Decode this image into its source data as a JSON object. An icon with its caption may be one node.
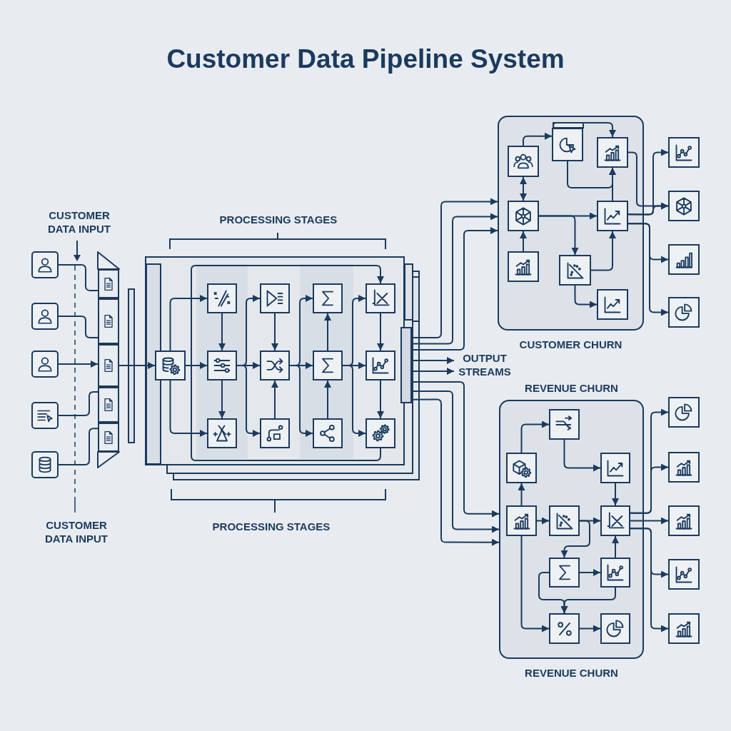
{
  "diagram": {
    "title": "Customer Data Pipeline System",
    "nodes": [
      {
        "text": [],
        "shape": "box"
      },
      {
        "text": [],
        "shape": "box"
      },
      {
        "text": [],
        "shape": "box"
      },
      {
        "text": [],
        "shape": "box"
      },
      {
        "text": [],
        "shape": "box"
      },
      {
        "text": [],
        "shape": "box"
      },
      {
        "text": [],
        "shape": "box"
      },
      {
        "text": [],
        "shape": "box"
      },
      {
        "text": [],
        "shape": "box"
      },
      {
        "text": [],
        "shape": "box"
      },
      {
        "text": [],
        "shape": "box"
      },
      {
        "text": [],
        "shape": "box",
        "in": 10
      },
      {
        "text": [],
        "shape": "box",
        "in": 10
      },
      {
        "text": [],
        "shape": "box",
        "in": 10
      },
      {
        "text": [],
        "shape": "box",
        "in": 10
      },
      {
        "text": [],
        "shape": "box",
        "in": 10
      },
      {
        "text": [],
        "shape": "box",
        "in": 10
      },
      {
        "text": [],
        "shape": "box",
        "in": 10
      },
      {
        "text": [],
        "shape": "box",
        "in": 10
      },
      {
        "text": [],
        "shape": "box",
        "in": 10
      },
      {
        "text": [],
        "shape": "box",
        "in": 10
      },
      {
        "text": [],
        "shape": "box",
        "in": 10
      },
      {
        "text": [],
        "shape": "box",
        "in": 10
      },
      {
        "text": [],
        "shape": "box",
        "in": 10
      },
      {
        "text": [],
        "shape": "bar"
      },
      {
        "text": [
          "OUTPUT STREAMS"
        ]
      },
      {
        "text": [
          "CUSTOMER CHURN"
        ]
      },
      {
        "text": [],
        "shape": "box",
        "in": 26
      },
      {
        "text": [],
        "shape": "box",
        "in": 26
      },
      {
        "text": [],
        "shape": "box",
        "in": 26
      },
      {
        "text": [],
        "shape": "box",
        "in": 26
      },
      {
        "text": [],
        "shape": "box",
        "in": 26
      },
      {
        "text": [],
        "shape": "box",
        "in": 26
      },
      {
        "text": [],
        "shape": "box",
        "in": 26
      },
      {
        "text": [],
        "shape": "box",
        "in": 26
      },
      {
        "text": [],
        "shape": "box"
      },
      {
        "text": [],
        "shape": "box"
      },
      {
        "text": [],
        "shape": "box"
      },
      {
        "text": [],
        "shape": "box"
      },
      {
        "text": [
          "REVENUE CHURN",
          "REVENUE CHURN"
        ]
      },
      {
        "text": [],
        "shape": "box",
        "in": 39
      },
      {
        "text": [],
        "shape": "box",
        "in": 39
      },
      {
        "text": [],
        "shape": "box",
        "in": 39
      },
      {
        "text": [],
        "shape": "box",
        "in": 39
      },
      {
        "text": [],
        "shape": "box",
        "in": 39
      },
      {
        "text": [],
        "shape": "box",
        "in": 39
      },
      {
        "text": [],
        "shape": "box",
        "in": 39
      },
      {
        "text": [],
        "shape": "box",
        "in": 39
      },
      {
        "text": [],
        "shape": "box",
        "in": 39
      },
      {
        "text": [],
        "shape": "box",
        "in": 39
      },
      {
        "text": [],
        "shape": "box"
      },
      {
        "text": [],
        "shape": "box"
      },
      {
        "text": [],
        "shape": "box"
      },
      {
        "text": [],
        "shape": "box"
      },
      {
        "text": [],
        "shape": "box"
      }
    ],
    "edges": [
      {
        "from": 0,
        "to": 5,
        "arrow": "none"
      },
      {
        "from": 1,
        "to": 6,
        "arrow": "none"
      },
      {
        "from": 2,
        "to": 7,
        "arrow": "to"
      },
      {
        "from": 3,
        "to": 8,
        "arrow": "none"
      },
      {
        "from": 4,
        "to": 9,
        "arrow": "none"
      },
      {
        "from": 7,
        "to": 11,
        "arrow": "to"
      },
      {
        "from": 11,
        "to": 12,
        "arrow": "to"
      },
      {
        "from": 11,
        "to": 13,
        "arrow": "to"
      },
      {
        "from": 11,
        "to": 14,
        "arrow": "to"
      },
      {
        "from": 12,
        "to": 13,
        "arrow": "to"
      },
      {
        "from": 13,
        "to": 14,
        "arrow": "to"
      },
      {
        "from": 13,
        "to": 15,
        "arrow": "to"
      },
      {
        "from": 13,
        "to": 16,
        "arrow": "to"
      },
      {
        "from": 13,
        "to": 17,
        "arrow": "to"
      },
      {
        "from": 15,
        "to": 16,
        "arrow": "to"
      },
      {
        "from": 17,
        "to": 16,
        "arrow": "to"
      },
      {
        "from": 16,
        "to": 18,
        "arrow": "to"
      },
      {
        "from": 16,
        "to": 19,
        "arrow": "to"
      },
      {
        "from": 16,
        "to": 20,
        "arrow": "to"
      },
      {
        "from": 19,
        "to": 18,
        "arrow": "to"
      },
      {
        "from": 20,
        "to": 19,
        "arrow": "to"
      },
      {
        "from": 19,
        "to": 21,
        "arrow": "to"
      },
      {
        "from": 19,
        "to": 22,
        "arrow": "to"
      },
      {
        "from": 19,
        "to": 23,
        "arrow": "to"
      },
      {
        "from": 21,
        "to": 22,
        "arrow": "to"
      },
      {
        "from": 22,
        "to": 23,
        "arrow": "to"
      },
      {
        "from": 23,
        "to": 21,
        "arrow": "to"
      },
      {
        "from": 24,
        "to": 26,
        "arrow": "to"
      },
      {
        "from": 24,
        "to": 26,
        "arrow": "to"
      },
      {
        "from": 24,
        "to": 26,
        "arrow": "to"
      },
      {
        "from": 24,
        "to": 25,
        "arrow": "to"
      },
      {
        "from": 24,
        "to": 25,
        "arrow": "to"
      },
      {
        "from": 24,
        "to": 39,
        "arrow": "to"
      },
      {
        "from": 24,
        "to": 39,
        "arrow": "to"
      },
      {
        "from": 24,
        "to": 39,
        "arrow": "to"
      },
      {
        "from": 27,
        "to": 30,
        "arrow": "both"
      },
      {
        "from": 32,
        "to": 30,
        "arrow": "to"
      },
      {
        "from": 27,
        "to": 28,
        "arrow": "to"
      },
      {
        "from": 28,
        "to": 29,
        "arrow": "to"
      },
      {
        "from": 28,
        "to": 29,
        "arrow": "to"
      },
      {
        "from": 31,
        "to": 29,
        "arrow": "to"
      },
      {
        "from": 30,
        "to": 31,
        "arrow": "to"
      },
      {
        "from": 30,
        "to": 33,
        "arrow": "to"
      },
      {
        "from": 33,
        "to": 31,
        "arrow": "to"
      },
      {
        "from": 33,
        "to": 34,
        "arrow": "to"
      },
      {
        "from": 29,
        "to": 36,
        "arrow": "to"
      },
      {
        "from": 31,
        "to": 35,
        "arrow": "to"
      },
      {
        "from": 31,
        "to": 36,
        "arrow": "to"
      },
      {
        "from": 31,
        "to": 37,
        "arrow": "to"
      },
      {
        "from": 31,
        "to": 38,
        "arrow": "to"
      },
      {
        "from": 43,
        "to": 40,
        "arrow": "to"
      },
      {
        "from": 40,
        "to": 41,
        "arrow": "to"
      },
      {
        "from": 41,
        "to": 42,
        "arrow": "to"
      },
      {
        "from": 42,
        "to": 45,
        "arrow": "to"
      },
      {
        "from": 43,
        "to": 44,
        "arrow": "to"
      },
      {
        "from": 44,
        "to": 45,
        "arrow": "to"
      },
      {
        "from": 44,
        "to": 46,
        "arrow": "to"
      },
      {
        "from": 46,
        "to": 47,
        "arrow": "to"
      },
      {
        "from": 47,
        "to": 45,
        "arrow": "to"
      },
      {
        "from": 46,
        "to": 48,
        "arrow": "to"
      },
      {
        "from": 47,
        "to": 48,
        "arrow": "to"
      },
      {
        "from": 43,
        "to": 48,
        "arrow": "to"
      },
      {
        "from": 48,
        "to": 49,
        "arrow": "to"
      },
      {
        "from": 45,
        "to": 50,
        "arrow": "to"
      },
      {
        "from": 45,
        "to": 51,
        "arrow": "to"
      },
      {
        "from": 45,
        "to": 52,
        "arrow": "to"
      },
      {
        "from": 45,
        "to": 53,
        "arrow": "to"
      },
      {
        "from": 45,
        "to": 54,
        "arrow": "to"
      }
    ],
    "labels": [
      "CUSTOMER DATA INPUT",
      "PROCESSING STAGES",
      "PROCESSING STAGES",
      "CUSTOMER DATA INPUT"
    ]
  }
}
